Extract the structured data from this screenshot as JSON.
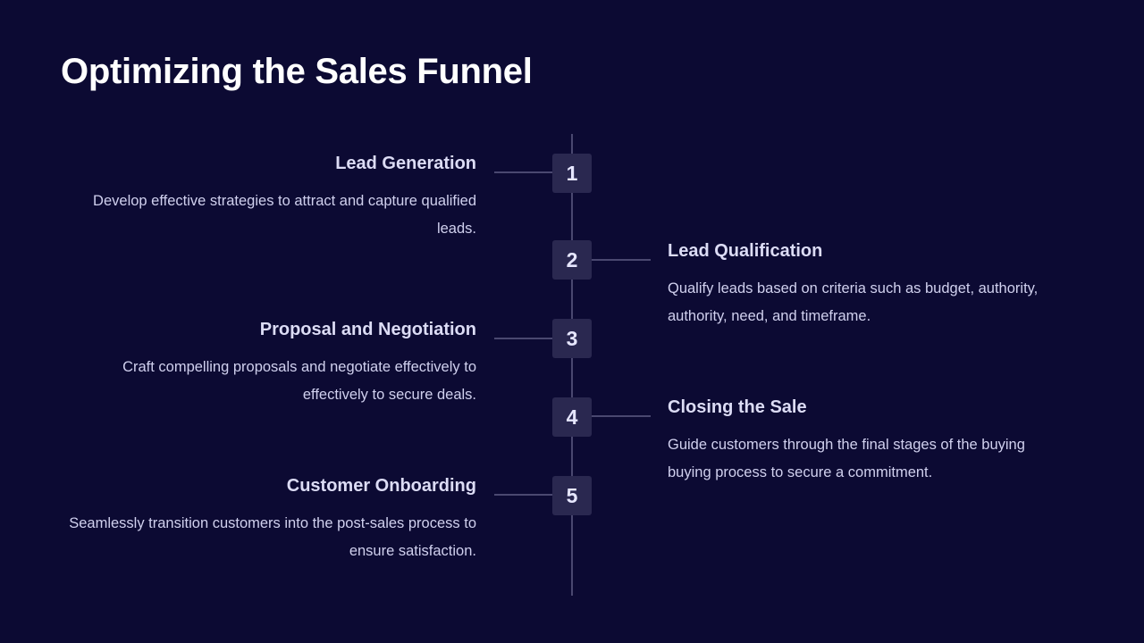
{
  "title": "Optimizing the Sales Funnel",
  "steps": [
    {
      "number": "1",
      "title": "Lead Generation",
      "description": "Develop effective strategies to attract and capture qualified leads."
    },
    {
      "number": "2",
      "title": "Lead Qualification",
      "description": "Qualify leads based on criteria such as budget, authority, authority, need, and timeframe."
    },
    {
      "number": "3",
      "title": "Proposal and Negotiation",
      "description": "Craft compelling proposals and negotiate effectively to effectively to secure deals."
    },
    {
      "number": "4",
      "title": "Closing the Sale",
      "description": "Guide customers through the final stages of the buying buying process to secure a commitment."
    },
    {
      "number": "5",
      "title": "Customer Onboarding",
      "description": "Seamlessly transition customers into the post-sales process to ensure satisfaction."
    }
  ],
  "colors": {
    "background": "#0c0a33",
    "box": "#2a2850",
    "line": "#4a4870",
    "text": "#dcdcf5"
  }
}
